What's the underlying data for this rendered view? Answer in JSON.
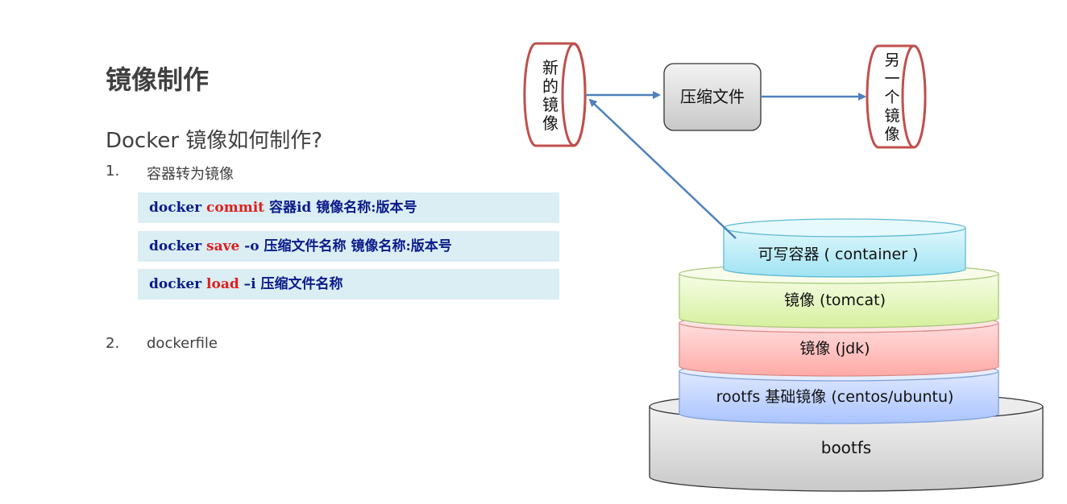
{
  "slide": {
    "title": "镜像制作",
    "question": "Docker 镜像如何制作?",
    "items": [
      {
        "num": "1.",
        "text": "容器转为镜像"
      },
      {
        "num": "2.",
        "text": "dockerfile"
      }
    ],
    "commands": [
      {
        "pre": "docker ",
        "kw": "commit",
        "post": " 容器id 镜像名称:版本号"
      },
      {
        "pre": "docker ",
        "kw": "save",
        "post": " -o 压缩文件名称 镜像名称:版本号"
      },
      {
        "pre": "docker ",
        "kw": "load",
        "post": " –i 压缩文件名称"
      }
    ]
  },
  "diagram": {
    "new_image": [
      "新",
      "的",
      "镜",
      "像"
    ],
    "compress": "压缩文件",
    "other_image": [
      "另",
      "一",
      "个",
      "镜",
      "像"
    ],
    "layers": {
      "container": "可写容器 ( container )",
      "tomcat": "镜像 (tomcat)",
      "jdk": "镜像 (jdk)",
      "rootfs": "rootfs 基础镜像 (centos/ubuntu)",
      "bootfs": "bootfs"
    },
    "colors": {
      "arrow": "#4f81bd",
      "cylinder_border": "#c0504d",
      "container_fill": "#bfeef8",
      "tomcat_fill": "#eaf7cc",
      "jdk_fill": "#ffc7c5",
      "rootfs_fill": "#c9daff",
      "bootfs_fill": "#d9d9d9"
    }
  }
}
